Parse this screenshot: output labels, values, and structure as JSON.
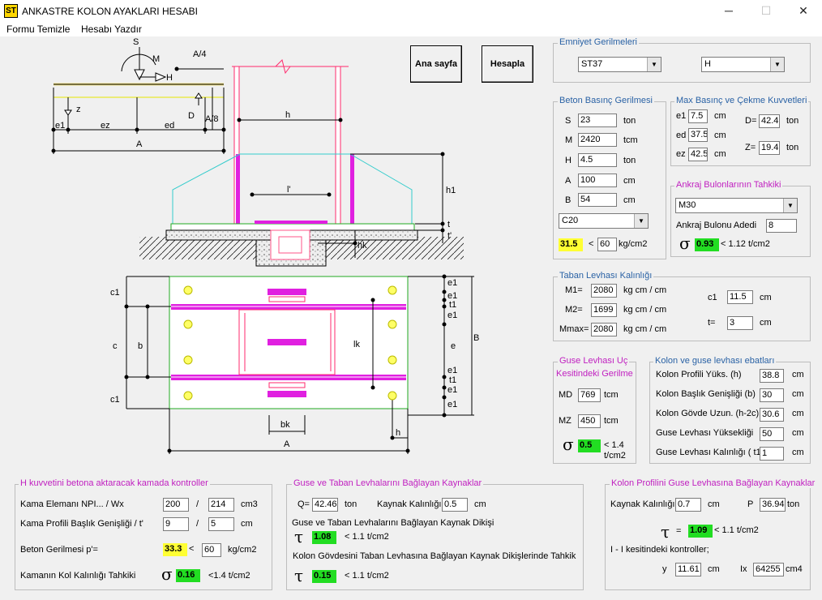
{
  "window": {
    "title": "ANKASTRE  KOLON AYAKLARI HESABI",
    "logo": "ST",
    "minimize": "─",
    "maximize": "☐",
    "close": "✕"
  },
  "menu": {
    "clear": "Formu Temizle",
    "print": "Hesabı Yazdır"
  },
  "buttons": {
    "home": "Ana sayfa",
    "calc": "Hesapla"
  },
  "drawing_labels": {
    "S": "S",
    "M": "M",
    "H": "H",
    "A4": "A/4",
    "A8": "A/8",
    "z": "z",
    "D": "D",
    "e1": "e1",
    "ez": "ez",
    "ed": "ed",
    "A": "A",
    "h": "h",
    "lprime": "l'",
    "h1": "h1",
    "t": "t",
    "tprime": "t'",
    "hk": "hk",
    "c1": "c1",
    "c": "c",
    "b": "b",
    "lk": "lk",
    "e": "e",
    "t1": "t1",
    "B": "B",
    "bk": "bk"
  },
  "emniyet": {
    "title": "Emniyet Gerilmeleri",
    "steel": "ST37",
    "load": "H"
  },
  "beton": {
    "title": "Beton Basınç Gerilmesi",
    "S_label": "S",
    "S": "23",
    "S_unit": "ton",
    "M_label": "M",
    "M": "2420",
    "M_unit": "tcm",
    "H_label": "H",
    "H": "4.5",
    "H_unit": "ton",
    "A_label": "A",
    "A": "100",
    "A_unit": "cm",
    "B_label": "B",
    "B": "54",
    "B_unit": "cm",
    "grade": "C20",
    "result": "31.5",
    "lt": "<",
    "limit": "60",
    "unit": "kg/cm2"
  },
  "maxbasinc": {
    "title": "Max Basınç ve Çekme Kuvvetleri",
    "e1_label": "e1",
    "e1": "7.5",
    "e1_unit": "cm",
    "ed_label": "ed",
    "ed": "37.5",
    "ed_unit": "cm",
    "ez_label": "ez",
    "ez": "42.5",
    "ez_unit": "cm",
    "D_label": "D=",
    "D": "42.4",
    "D_unit": "ton",
    "Z_label": "Z=",
    "Z": "19.4",
    "Z_unit": "ton"
  },
  "ankraj": {
    "title": "Ankraj  Bulonlarının Tahkiki",
    "bolt": "M30",
    "count_label": "Ankraj Bulonu Adedi",
    "count": "8",
    "sigma": "σ",
    "result": "0.93",
    "limit": "< 1.12 t/cm2"
  },
  "taban": {
    "title": "Taban Levhası Kalınlığı",
    "M1_label": "M1=",
    "M1": "2080",
    "M1_unit": "kg cm / cm",
    "M2_label": "M2=",
    "M2": "1699",
    "M2_unit": "kg cm / cm",
    "Mmax_label": "Mmax=",
    "Mmax": "2080",
    "Mmax_unit": "kg cm / cm",
    "c1_label": "c1",
    "c1": "11.5",
    "c1_unit": "cm",
    "t_label": "t=",
    "t": "3",
    "t_unit": "cm"
  },
  "guse": {
    "title1": "Guse Levhası Uç",
    "title2": "Kesitindeki Gerilme",
    "MD_label": "MD",
    "MD": "769",
    "MD_unit": "tcm",
    "MZ_label": "MZ",
    "MZ": "450",
    "MZ_unit": "tcm",
    "sigma": "σ",
    "result": "0.5",
    "limit1": "< 1.4",
    "limit2": "t/cm2"
  },
  "kolon": {
    "title": "Kolon ve guse levhası ebatları",
    "h_label": "Kolon Profili Yüks. (h)",
    "h": "38.8",
    "h_unit": "cm",
    "b_label": "Kolon Başlık Genişliği (b)",
    "b": "30",
    "b_unit": "cm",
    "g_label": "Kolon Gövde Uzun. (h-2c)",
    "g": "30.6",
    "g_unit": "cm",
    "gy_label": "Guse Levhası Yüksekliği",
    "gy": "50",
    "gy_unit": "cm",
    "gk_label": "Guse Levhası Kalınlığı ( t1)",
    "gk": "1",
    "gk_unit": "cm"
  },
  "kama": {
    "title": "H kuvvetini betona aktaracak kamada kontroller",
    "npi_label": "Kama Elemanı NPI... / Wx",
    "npi": "200",
    "slash": "/",
    "wx": "214",
    "wx_unit": "cm3",
    "bg_label": "Kama Profili Başlık Genişliği /  t'",
    "bg": "9",
    "tp": "5",
    "bg_unit": "cm",
    "bet_label": "Beton Gerilmesi p'=",
    "bet": "33.3",
    "lt": "<",
    "bet_lim": "60",
    "bet_unit": "kg/cm2",
    "kol_label": "Kamanın Kol Kalınlığı Tahkiki",
    "sigma": "σ",
    "kol": "0.16",
    "kol_lim": "<1.4  t/cm2"
  },
  "kaynak": {
    "title": "Guse ve Taban Levhalarını Bağlayan Kaynaklar",
    "Q_label": "Q=",
    "Q": "42.46",
    "Q_unit": "ton",
    "kk_label": "Kaynak Kalınlığı",
    "kk": "0.5",
    "kk_unit": "cm",
    "dikis_label": "Guse ve Taban Levhalarını Bağlayan Kaynak Dikişi",
    "tau": "τ",
    "dikis": "1.08",
    "dikis_lim": "< 1.1   t/cm2",
    "govde_label": "Kolon Gövdesini Taban Levhasına Bağlayan Kaynak Dikişlerinde Tahkik",
    "govde": "0.15",
    "govde_lim": "< 1.1   t/cm2"
  },
  "profil": {
    "title": "Kolon Profilini Guse Levhasına Bağlayan Kaynaklar",
    "kk_label": "Kaynak Kalınlığı",
    "kk": "0.7",
    "kk_unit": "cm",
    "P_label": "P",
    "P": "36.94",
    "P_unit": "ton",
    "tau": "τ",
    "eq": "=",
    "res": "1.09",
    "lim": "< 1.1    t/cm2",
    "kesit": "I - I kesitindeki kontroller;",
    "y_label": "y",
    "y": "11.61",
    "y_unit": "cm",
    "Ix_label": "Ix",
    "Ix": "64255",
    "Ix_unit": "cm4"
  },
  "colors": {
    "accent_title": "#2a62a5",
    "magenta": "#e020e0",
    "green": "#22dd22",
    "yellow": "#ffff33"
  }
}
